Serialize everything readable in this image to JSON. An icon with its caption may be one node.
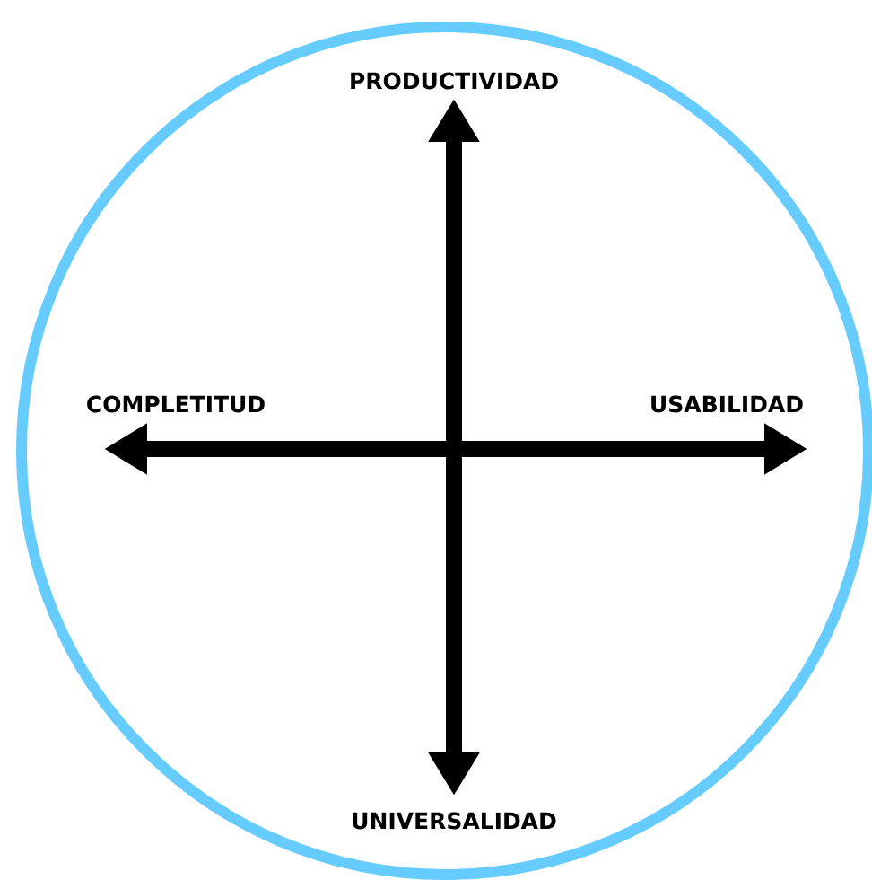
{
  "diagram": {
    "labels": [
      "PRODUCTIVIDAD",
      "COMPLETITUD",
      "USABILIDAD",
      "UNIVERSALIDAD"
    ]
  }
}
